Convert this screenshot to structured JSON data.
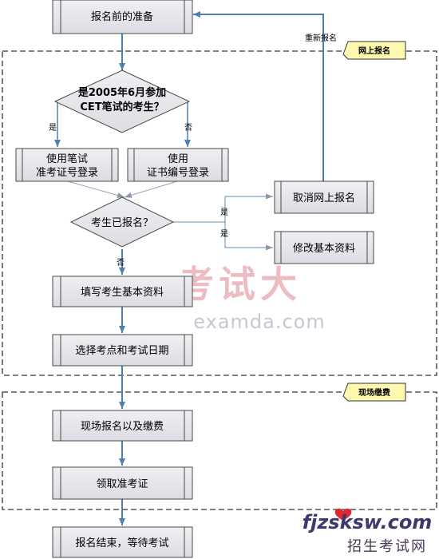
{
  "sections": {
    "online": "网上报名",
    "onsite": "现场缴费"
  },
  "nodes": {
    "prepare": "报名前的准备",
    "question": [
      "是2005年6月参加",
      "CET笔试的考生？"
    ],
    "login_ticket": [
      "使用笔试",
      "准考证号登录"
    ],
    "login_cert": [
      "使用",
      "证书编号登录"
    ],
    "registered_question": "考生已报名？",
    "cancel": "取消网上报名",
    "modify": "修改基本资料",
    "fill_info": "填写考生基本资料",
    "choose_site": "选择考点和考试日期",
    "onsite_pay": "现场报名以及缴费",
    "get_ticket": "领取准考证",
    "finish": "报名结束，等待考试"
  },
  "edge_labels": {
    "yes_left": "是",
    "no_right": "否",
    "yes_cancel": "是",
    "yes_modify": "是",
    "no_down": "否",
    "reapply": "重新报名"
  },
  "watermark": {
    "chinese": "考试大",
    "url": "examda.com"
  },
  "logo": {
    "brand": "fjzsksw.com",
    "subtitle": "招生考试网"
  },
  "colors": {
    "box_fill": "#e6e6ea",
    "box_stroke": "#4a4a4a",
    "arrow": "#4f7fae",
    "thin_arrow": "#9aa5b5",
    "tag_fill": "#fff9b0",
    "dash": "#333333",
    "watermark": "#e8a6b0"
  }
}
